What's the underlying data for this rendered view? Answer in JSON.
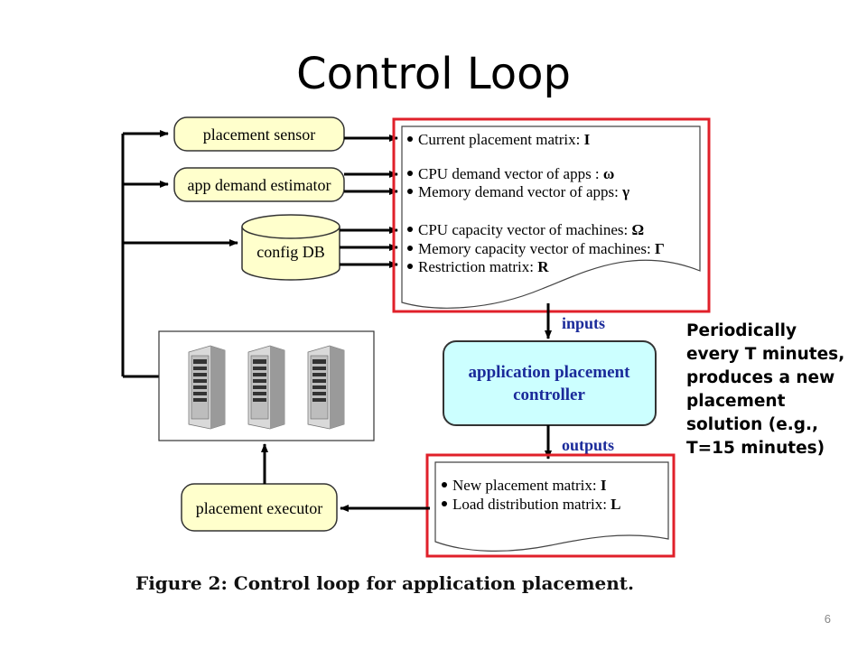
{
  "slide": {
    "title": "Control Loop",
    "page_number": "6"
  },
  "diagram": {
    "components": {
      "placement_sensor": "placement sensor",
      "demand_estimator": "app demand estimator",
      "config_db": "config DB",
      "placement_executor": "placement executor",
      "controller_line1": "application  placement",
      "controller_line2": "controller"
    },
    "input_items": [
      {
        "text": "Current placement matrix: ",
        "symbol": "I"
      },
      {
        "text": "CPU demand vector of apps : ",
        "symbol": "ω"
      },
      {
        "text": "Memory demand vector of apps: ",
        "symbol": "γ"
      },
      {
        "text": "CPU capacity vector of machines: ",
        "symbol": "Ω"
      },
      {
        "text": "Memory capacity vector of machines: ",
        "symbol": "Γ"
      },
      {
        "text": "Restriction matrix: ",
        "symbol": "R"
      }
    ],
    "output_items": [
      {
        "text": "New placement matrix: ",
        "symbol": "I"
      },
      {
        "text": "Load distribution matrix: ",
        "symbol": "L"
      }
    ],
    "labels": {
      "inputs": "inputs",
      "outputs": "outputs"
    },
    "caption": "Figure 2:  Control loop for application placement."
  },
  "note": {
    "lines": [
      "Periodically",
      "every T minutes,",
      "produces a new",
      "placement",
      "solution (e.g.,",
      "T=15 minutes)"
    ]
  },
  "colors": {
    "component_fill": "#ffffcc",
    "controller_fill": "#ccffff",
    "highlight_border": "#e0202a",
    "label_blue": "#1a2a9a"
  }
}
